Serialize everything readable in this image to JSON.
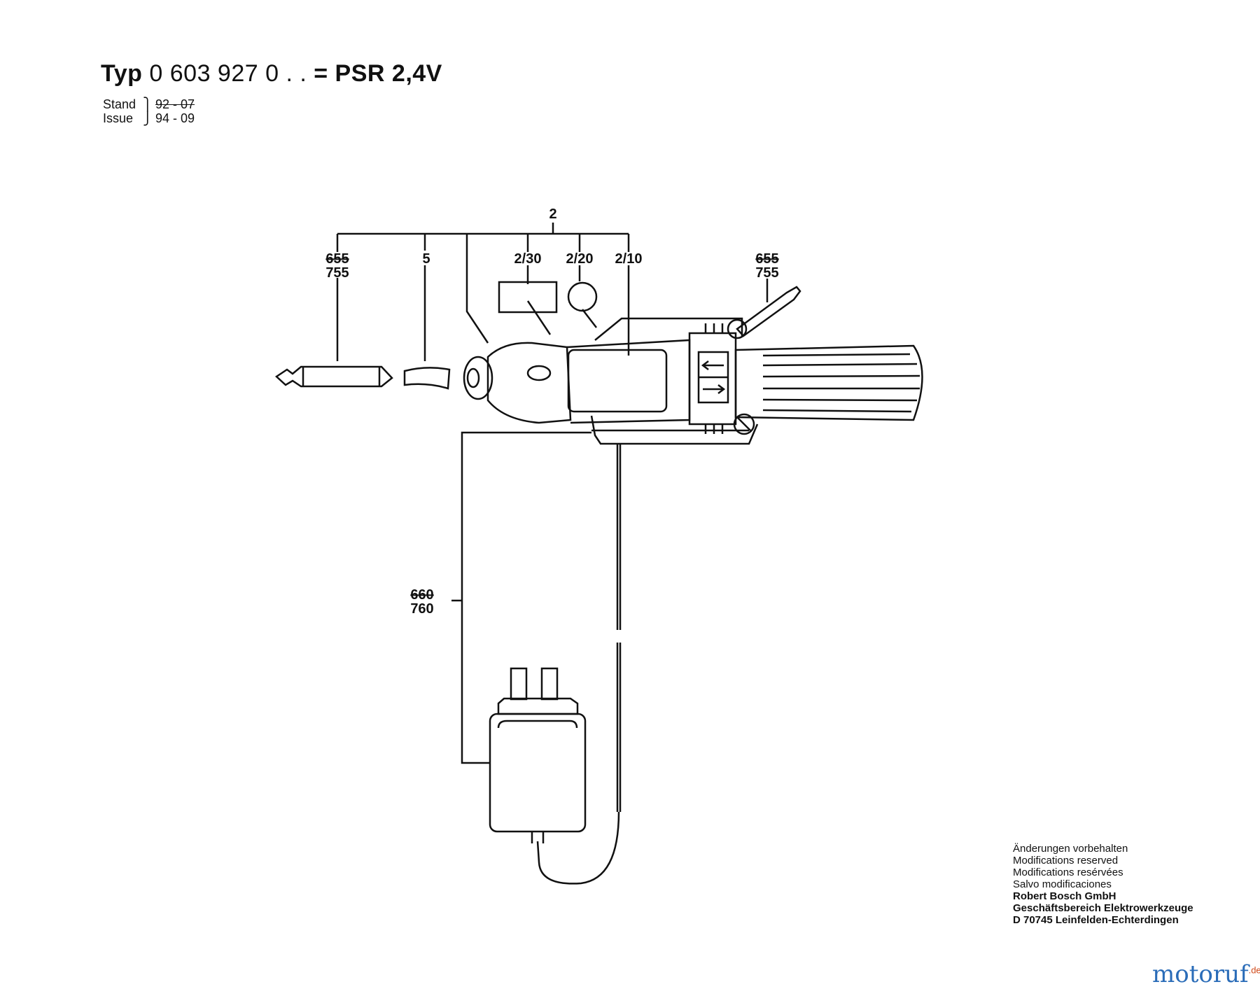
{
  "header": {
    "typ_label": "Typ",
    "typ_number": "0 603 927 0 . .",
    "model": "= PSR 2,4V",
    "stand_label": "Stand",
    "issue_label": "Issue",
    "stand_value": "92 - 07",
    "issue_value": "94 - 09"
  },
  "callouts": {
    "assembly": "2",
    "part_2_30": "2/30",
    "part_2_20": "2/20",
    "part_2_10": "2/10",
    "part_5": "5",
    "bit_left_old": "655",
    "bit_left_new": "755",
    "bit_right_old": "655",
    "bit_right_new": "755",
    "charger_old": "660",
    "charger_new": "760"
  },
  "footer": {
    "line1": "Änderungen vorbehalten",
    "line2": "Modifications reserved",
    "line3": "Modifications resérvées",
    "line4": "Salvo modificaciones",
    "company": "Robert Bosch GmbH",
    "division": "Geschäftsbereich Elektrowerkzeuge",
    "address": "D 70745 Leinfelden-Echterdingen"
  },
  "watermark": {
    "brand": "motoruf",
    "tld": ".de"
  }
}
